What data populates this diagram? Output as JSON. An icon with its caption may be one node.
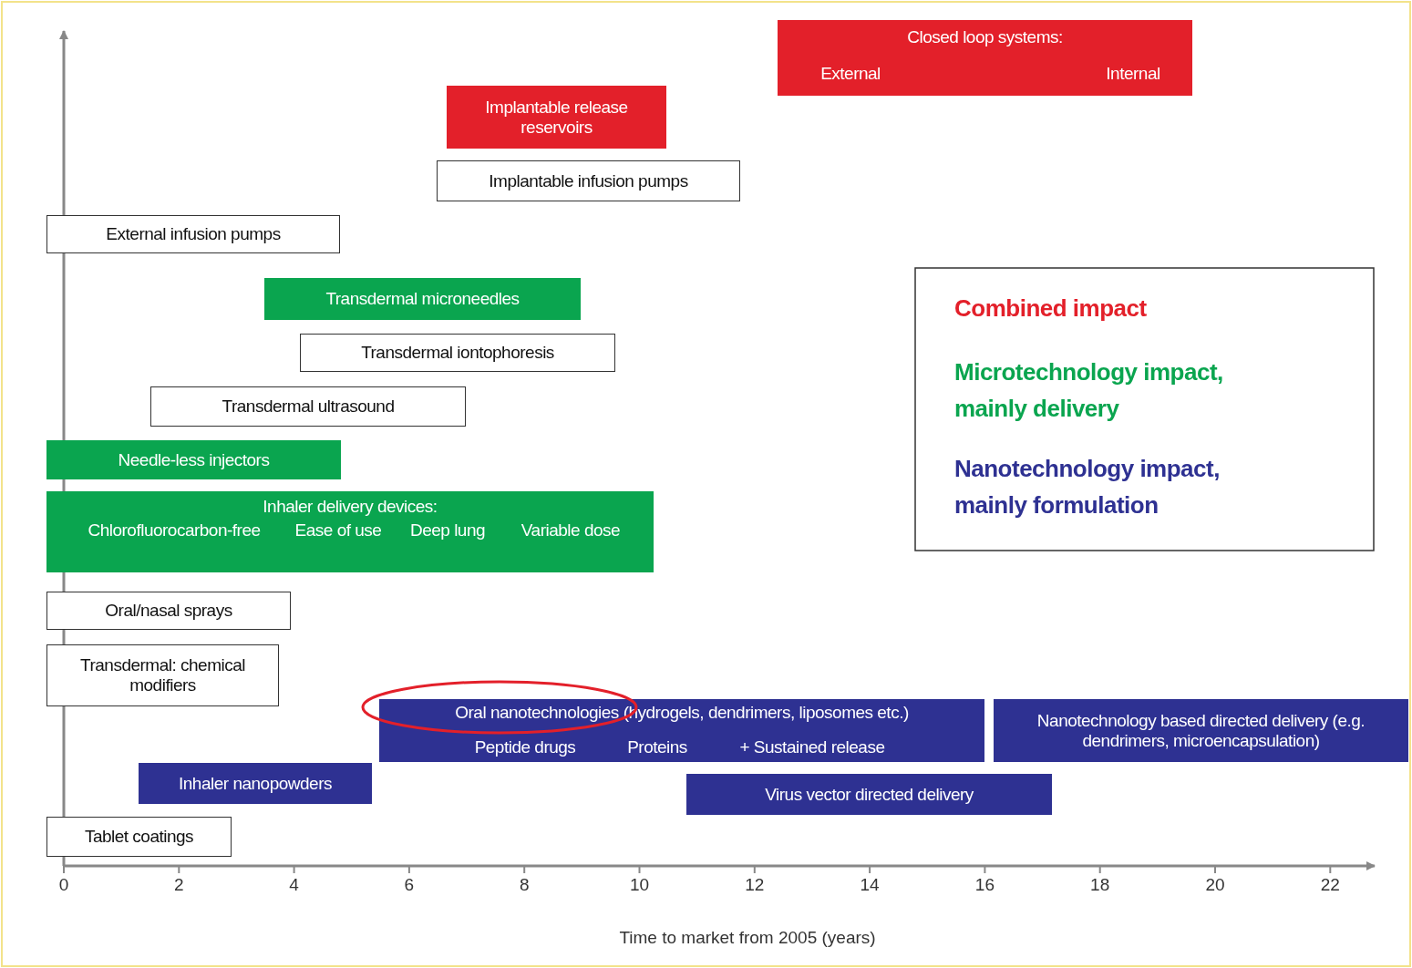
{
  "diagram": {
    "nodes": [
      {
        "text": [
          "Closed loop systems:",
          "External",
          "Internal"
        ]
      },
      {
        "text": [
          "Implantable release reservoirs"
        ]
      },
      {
        "text": [
          "Implantable infusion pumps"
        ]
      },
      {
        "text": [
          "External infusion pumps"
        ]
      },
      {
        "text": [
          "Transdermal microneedles"
        ]
      },
      {
        "text": [
          "Transdermal iontophoresis"
        ]
      },
      {
        "text": [
          "Transdermal ultrasound"
        ]
      },
      {
        "text": [
          "Needle-less injectors"
        ]
      },
      {
        "text": [
          "Inhaler delivery devices:",
          "Chlorofluorocarbon-free",
          "Ease of use",
          "Deep lung",
          "Variable dose"
        ]
      },
      {
        "text": [
          "Oral/nasal sprays"
        ]
      },
      {
        "text": [
          "Transdermal: chemical modifiers"
        ]
      },
      {
        "text": [
          "Oral nanotechnologies (hydrogels, dendrimers, liposomes etc.)",
          "Peptide drugs",
          "Proteins",
          "+ Sustained release"
        ]
      },
      {
        "text": [
          "Nanotechnology based directed delivery (e.g. dendrimers, microencapsulation)"
        ]
      },
      {
        "text": [
          "Inhaler nanopowders"
        ]
      },
      {
        "text": [
          "Virus vector directed delivery"
        ]
      },
      {
        "text": [
          "Tablet coatings"
        ]
      }
    ],
    "labels": [
      "0",
      "2",
      "4",
      "6",
      "8",
      "10",
      "12",
      "14",
      "16",
      "18",
      "20",
      "22",
      "Time to market from 2005 (years)"
    ],
    "legend": [
      {
        "text": "Combined impact",
        "color": "#e3202a"
      },
      {
        "text": "Microtechnology impact, mainly delivery",
        "color": "#0aa54f"
      },
      {
        "text": "Nanotechnology impact, mainly formulation",
        "color": "#2e3192"
      }
    ]
  }
}
